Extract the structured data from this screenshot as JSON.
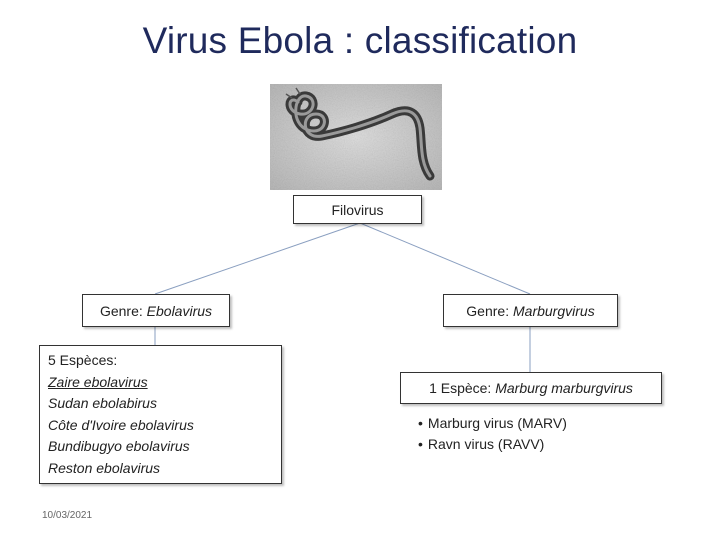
{
  "title": "Virus Ebola : classification",
  "root": {
    "label": "Filovirus"
  },
  "genus_left": {
    "prefix": "Genre: ",
    "name": "Ebolavirus"
  },
  "genus_right": {
    "prefix": "Genre: ",
    "name": "Marburgvirus"
  },
  "species_left": {
    "heading": "5 Espèces:",
    "items": [
      "Zaire ebolavirus",
      "Sudan ebolabirus",
      "Côte d'Ivoire ebolavirus",
      "Bundibugyo ebolavirus",
      "Reston ebolavirus"
    ]
  },
  "species_right": {
    "prefix": "1 Espèce: ",
    "name": "Marburg marburgvirus"
  },
  "strains": [
    "Marburg virus (MARV)",
    "Ravn virus (RAVV)"
  ],
  "date": "10/03/2021",
  "colors": {
    "title": "#1f2a5c",
    "connector": "#8a9fc0"
  }
}
